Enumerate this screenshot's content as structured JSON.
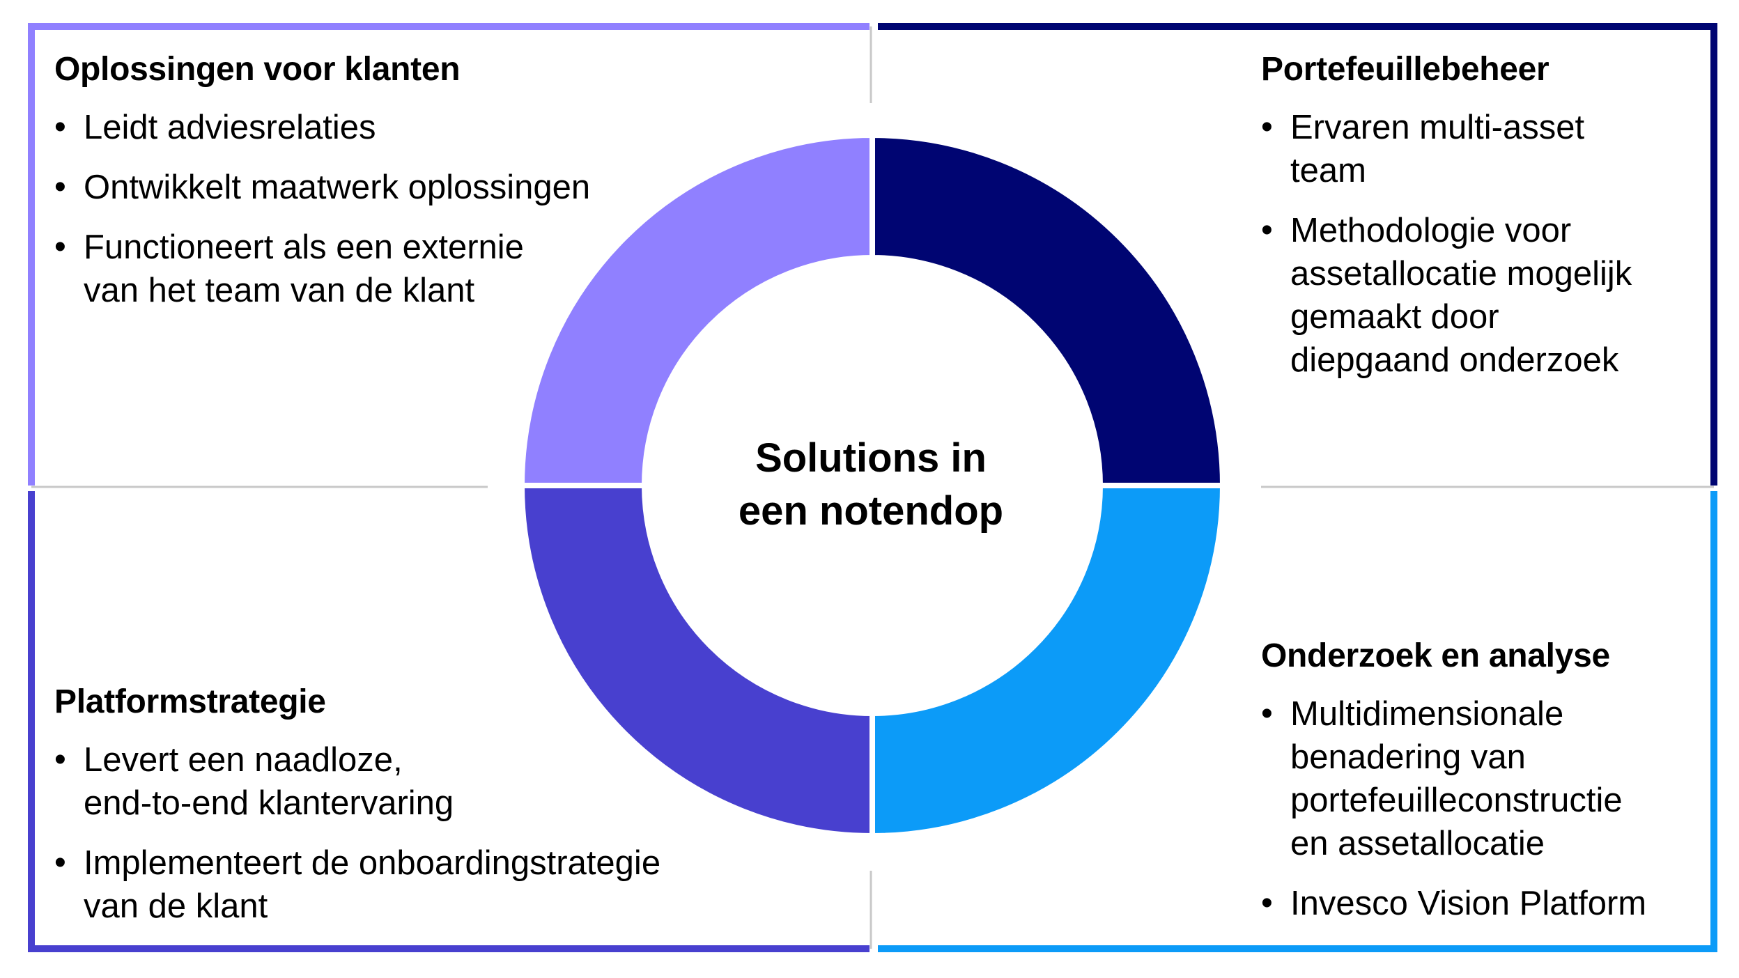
{
  "center": {
    "line1": "Solutions in",
    "line2": "een notendop"
  },
  "quadrants": {
    "top_left": {
      "title": "Oplossingen voor klanten",
      "color": "#9080FF",
      "items": [
        "Leidt adviesrelaties",
        "Ontwikkelt maatwerk oplossingen",
        "Functioneert als een externie\nvan het team van de klant"
      ]
    },
    "top_right": {
      "title": "Portefeuillebeheer",
      "color": "#000572",
      "items": [
        "Ervaren multi-asset\nteam",
        "Methodologie voor\nassetallocatie mogelijk\ngemaakt door\ndiepgaand onderzoek"
      ]
    },
    "bottom_left": {
      "title": "Platformstrategie",
      "color": "#4840CF",
      "items": [
        "Levert een naadloze,\nend-to-end klantervaring",
        "Implementeert de onboardingstrategie\nvan de klant"
      ]
    },
    "bottom_right": {
      "title": "Onderzoek en analyse",
      "color": "#0C9BF8",
      "items": [
        "Multidimensionale\nbenadering van\nportefeuilleconstructie\nen assetallocatie",
        "Invesco Vision Platform"
      ]
    }
  },
  "colors": {
    "divider": "#c8c8c8"
  }
}
